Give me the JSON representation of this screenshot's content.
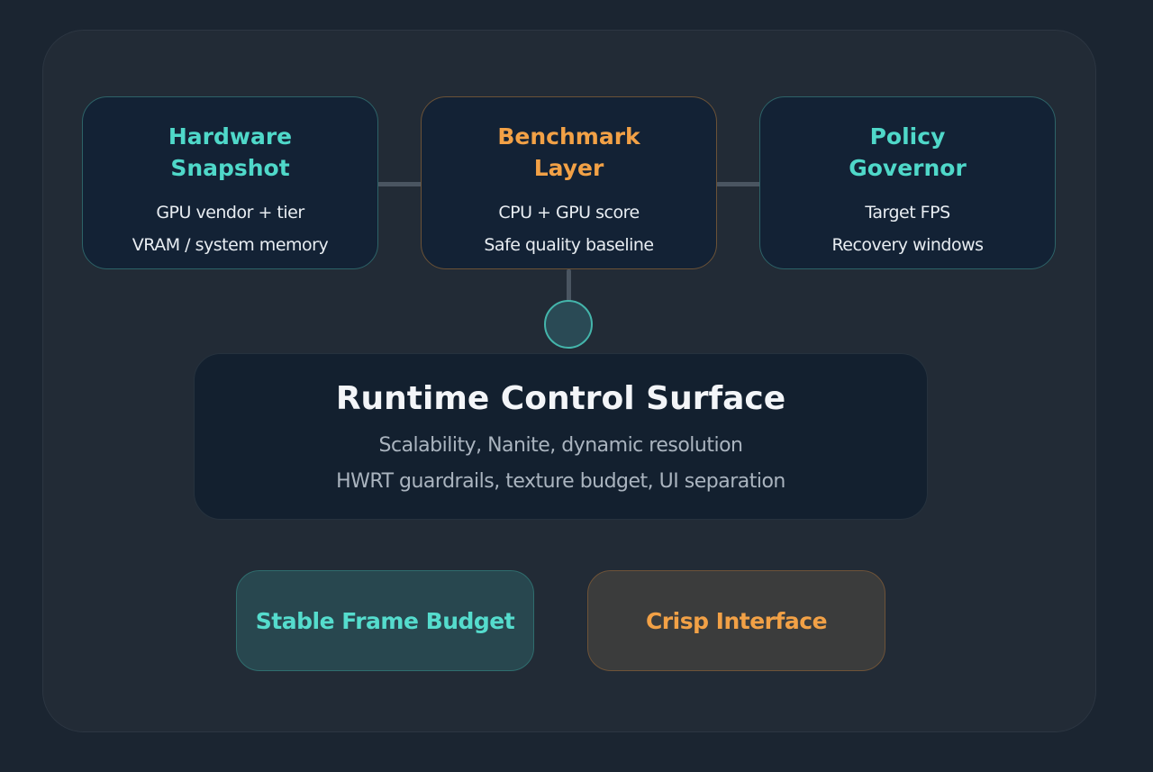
{
  "stages": [
    {
      "title": [
        "Hardware",
        "Snapshot"
      ],
      "lines": [
        "GPU vendor + tier",
        "VRAM / system memory"
      ]
    },
    {
      "title": [
        "Benchmark",
        "Layer"
      ],
      "lines": [
        "CPU + GPU score",
        "Safe quality baseline"
      ]
    },
    {
      "title": [
        "Policy",
        "Governor"
      ],
      "lines": [
        "Target FPS",
        "Recovery windows"
      ]
    }
  ],
  "runtime": {
    "title": "Runtime Control Surface",
    "lines": [
      "Scalability, Nanite, dynamic resolution",
      "HWRT guardrails, texture budget, UI separation"
    ]
  },
  "outcomes": [
    "Stable Frame Budget",
    "Crisp Interface"
  ],
  "colors": {
    "teal": "#4fd8c9",
    "orange": "#f2a146",
    "background": "#1b2531"
  }
}
